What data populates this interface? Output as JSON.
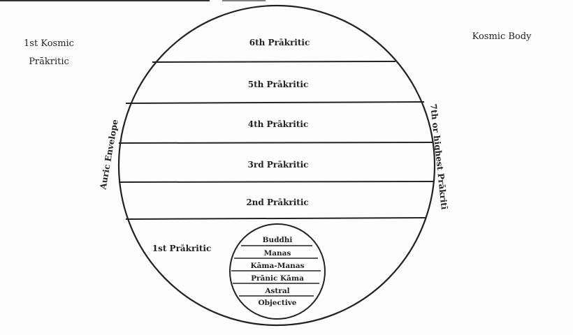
{
  "corner_labels": {
    "top_left_line1": "1st Kosmic",
    "top_left_line2": "Prākritic",
    "top_right": "Kosmic Body"
  },
  "side_labels": {
    "left": "Auric Envelope",
    "right": "7th or highest Prākritī"
  },
  "layers": [
    "6th Prākritic",
    "5th Prākritic",
    "4th Prākritic",
    "3rd Prākritic",
    "2nd Prākritic",
    "1st Prākritic"
  ],
  "inner_layers": [
    "Buddhi",
    "Manas",
    "Kāma-Manas",
    "Prānic Kāma",
    "Astral",
    "Objective"
  ]
}
